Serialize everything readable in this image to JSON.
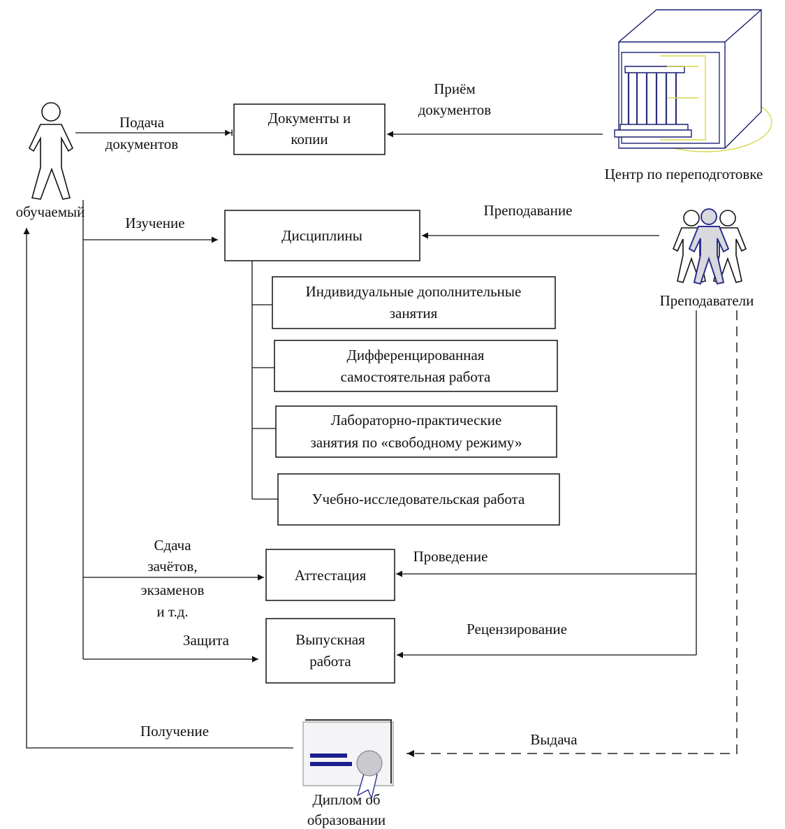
{
  "actors": {
    "student": "обучаемый",
    "center": "Центр по переподготовке",
    "teachers": "Преподаватели",
    "diploma": [
      "Диплом об",
      "образовании"
    ]
  },
  "boxes": {
    "documents": [
      "Документы и",
      "копии"
    ],
    "disciplines": "Дисциплины",
    "sub": [
      [
        "Индивидуальные дополнительные",
        "занятия"
      ],
      [
        "Дифференцированная",
        "самостоятельная работа"
      ],
      [
        "Лабораторно-практические",
        "занятия по «свободному режиму»"
      ],
      [
        "Учебно-исследовательская работа"
      ]
    ],
    "attestation": "Аттестация",
    "thesis": [
      "Выпускная",
      "работа"
    ]
  },
  "labels": {
    "submit": [
      "Подача",
      "документов"
    ],
    "receive_docs": [
      "Приём",
      "документов"
    ],
    "study": "Изучение",
    "teaching": "Преподавание",
    "exams": [
      "Сдача",
      "зачётов,",
      "экзаменов",
      "и т.д."
    ],
    "conducting": "Проведение",
    "defense": "Защита",
    "review": "Рецензирование",
    "obtain": "Получение",
    "issue": "Выдача"
  },
  "colors": {
    "ink": "#111111",
    "teacher_highlight": "#2b2f8f",
    "teacher_fill": "#d9d9dd",
    "building_outline": "#1a1f6e",
    "building_accent": "#d8d84a",
    "diploma_bar": "#1a1f8f",
    "seal": "#c9c9cf"
  }
}
